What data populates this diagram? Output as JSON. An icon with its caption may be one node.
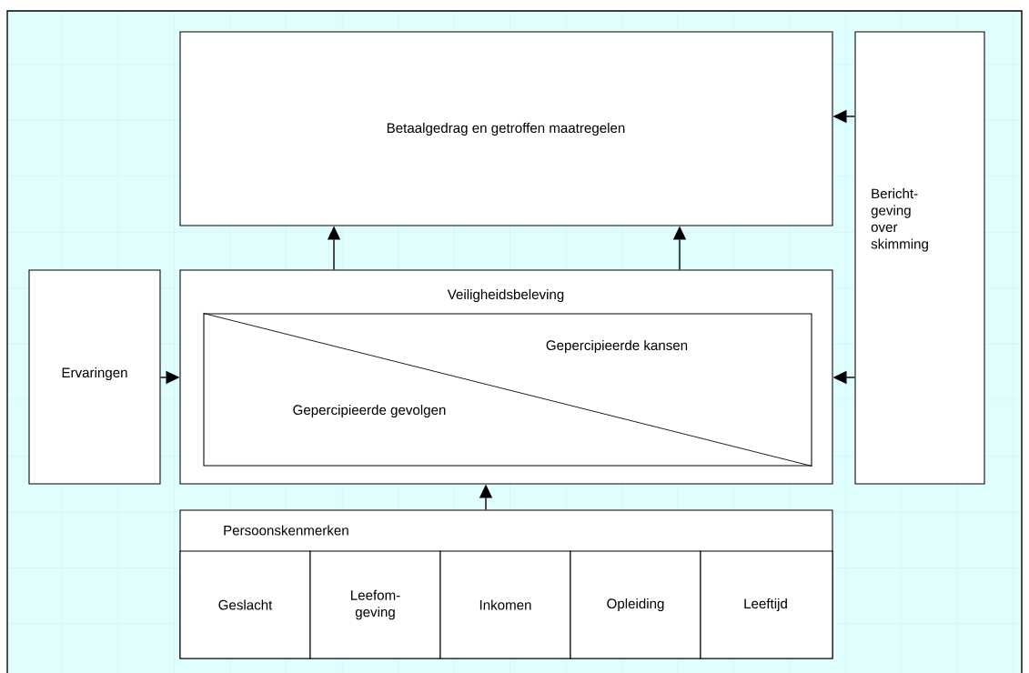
{
  "diagram": {
    "nodes": [
      {
        "text": [
          "Betaalgedrag en getroffen maatregelen"
        ]
      },
      {
        "text": [
          "Bericht- geving over skimming"
        ]
      },
      {
        "text": [
          "Ervaringen"
        ]
      },
      {
        "text": [
          "Veiligheidsbeleving"
        ]
      },
      {
        "text": [
          "Gepercipieerde kansen",
          "Gepercipieerde gevolgen"
        ],
        "in": 3
      },
      {
        "text": [
          "Persoonskenmerken"
        ]
      },
      {
        "text": [
          "Geslacht"
        ],
        "in": 5
      },
      {
        "text": [
          "Leefom- geving"
        ],
        "in": 5
      },
      {
        "text": [
          "Inkomen"
        ],
        "in": 5
      },
      {
        "text": [
          "Opleiding"
        ],
        "in": 5
      },
      {
        "text": [
          "Leeftijd"
        ],
        "in": 5
      }
    ],
    "edges": [
      {
        "from": 3,
        "to": 0,
        "arrow": "to"
      },
      {
        "from": 3,
        "to": 0,
        "arrow": "to"
      },
      {
        "from": 1,
        "to": 0,
        "arrow": "to"
      },
      {
        "from": 2,
        "to": 3,
        "arrow": "to"
      },
      {
        "from": 1,
        "to": 3,
        "arrow": "to"
      },
      {
        "from": 5,
        "to": 3,
        "arrow": "to"
      }
    ]
  }
}
